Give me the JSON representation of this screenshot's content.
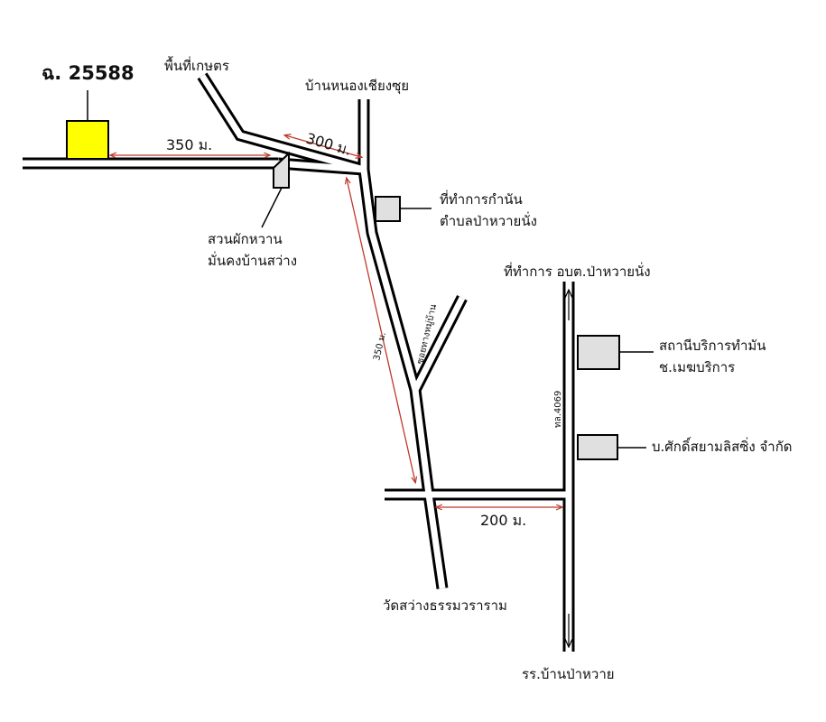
{
  "title": "ฉ. 25588",
  "places": {
    "agri_area": "พื้นที่เกษตร",
    "village_north": "บ้านหนองเชียงซุย",
    "kamnan_office_1": "ที่ทำการกำนัน",
    "kamnan_office_2": "ตำบลป่าหวายนั่ง",
    "garden_1": "สวนผักหวาน",
    "garden_2": "มั่นคงบ้านสว่าง",
    "sao_office": "ที่ทำการ อบต.ป่าหวายนั่ง",
    "gas_station_1": "สถานีบริการทำมัน",
    "gas_station_2": "ช.เมฆบริการ",
    "company": "บ.ศักดิ์สยามลิสซิ่ง จำกัด",
    "temple": "วัดสว่างธรรมวราราม",
    "school": "รร.บ้านป่าหวาย"
  },
  "roads": {
    "village_lane": "ซอยทางหมู่บ้าน",
    "highway": "ทล.4069"
  },
  "distances": {
    "to_junction": "350 ม.",
    "diagonal": "300 ม.",
    "main_road": "350 ม.",
    "to_highway": "200 ม."
  },
  "colors": {
    "plot": "#ffff00",
    "building": "#e0e0e0",
    "road_line": "#000000",
    "distance_arrow": "#c0392b"
  }
}
